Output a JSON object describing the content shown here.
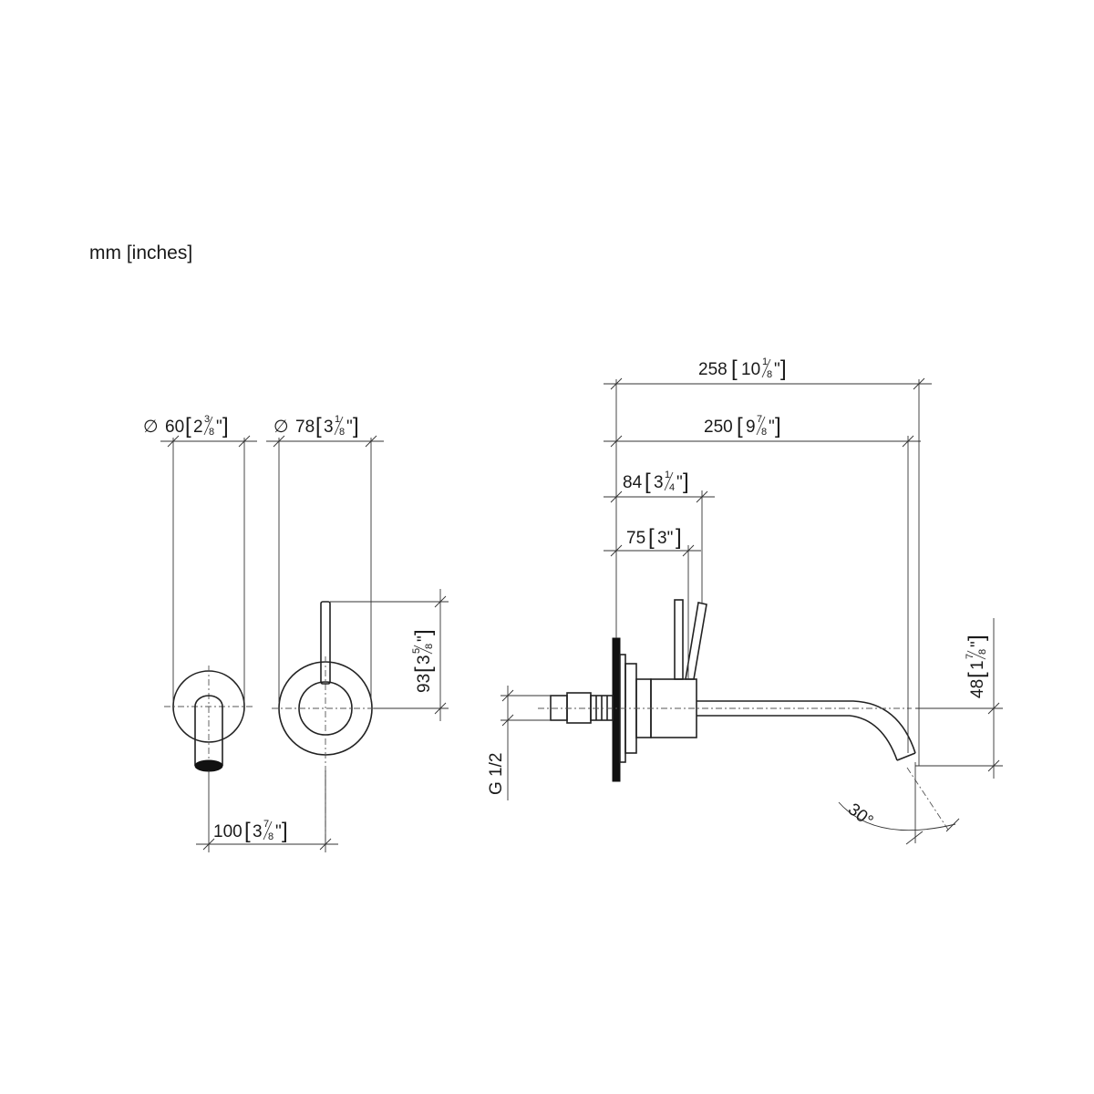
{
  "units_label": "mm [inches]",
  "dimensions": {
    "d60": {
      "sym": "∅",
      "mm": "60",
      "whole": "2",
      "num": "3",
      "den": "8",
      "inch": "\""
    },
    "d78": {
      "sym": "∅",
      "mm": "78",
      "whole": "3",
      "num": "1",
      "den": "8",
      "inch": "\""
    },
    "d100": {
      "mm": "100",
      "whole": "3",
      "num": "7",
      "den": "8",
      "inch": "\""
    },
    "d93": {
      "mm": "93",
      "whole": "3",
      "num": "5",
      "den": "8",
      "inch": "\""
    },
    "d258": {
      "mm": "258",
      "whole": "10",
      "num": "1",
      "den": "8",
      "inch": "\""
    },
    "d250": {
      "mm": "250",
      "whole": "9",
      "num": "7",
      "den": "8",
      "inch": "\""
    },
    "d84": {
      "mm": "84",
      "whole": "3",
      "num": "1",
      "den": "4",
      "inch": "\""
    },
    "d75": {
      "mm": "75",
      "inches": "3\""
    },
    "d48": {
      "mm": "48",
      "whole": "1",
      "num": "7",
      "den": "8",
      "inch": "\""
    },
    "thread": "G 1/2",
    "angle": "30°"
  }
}
